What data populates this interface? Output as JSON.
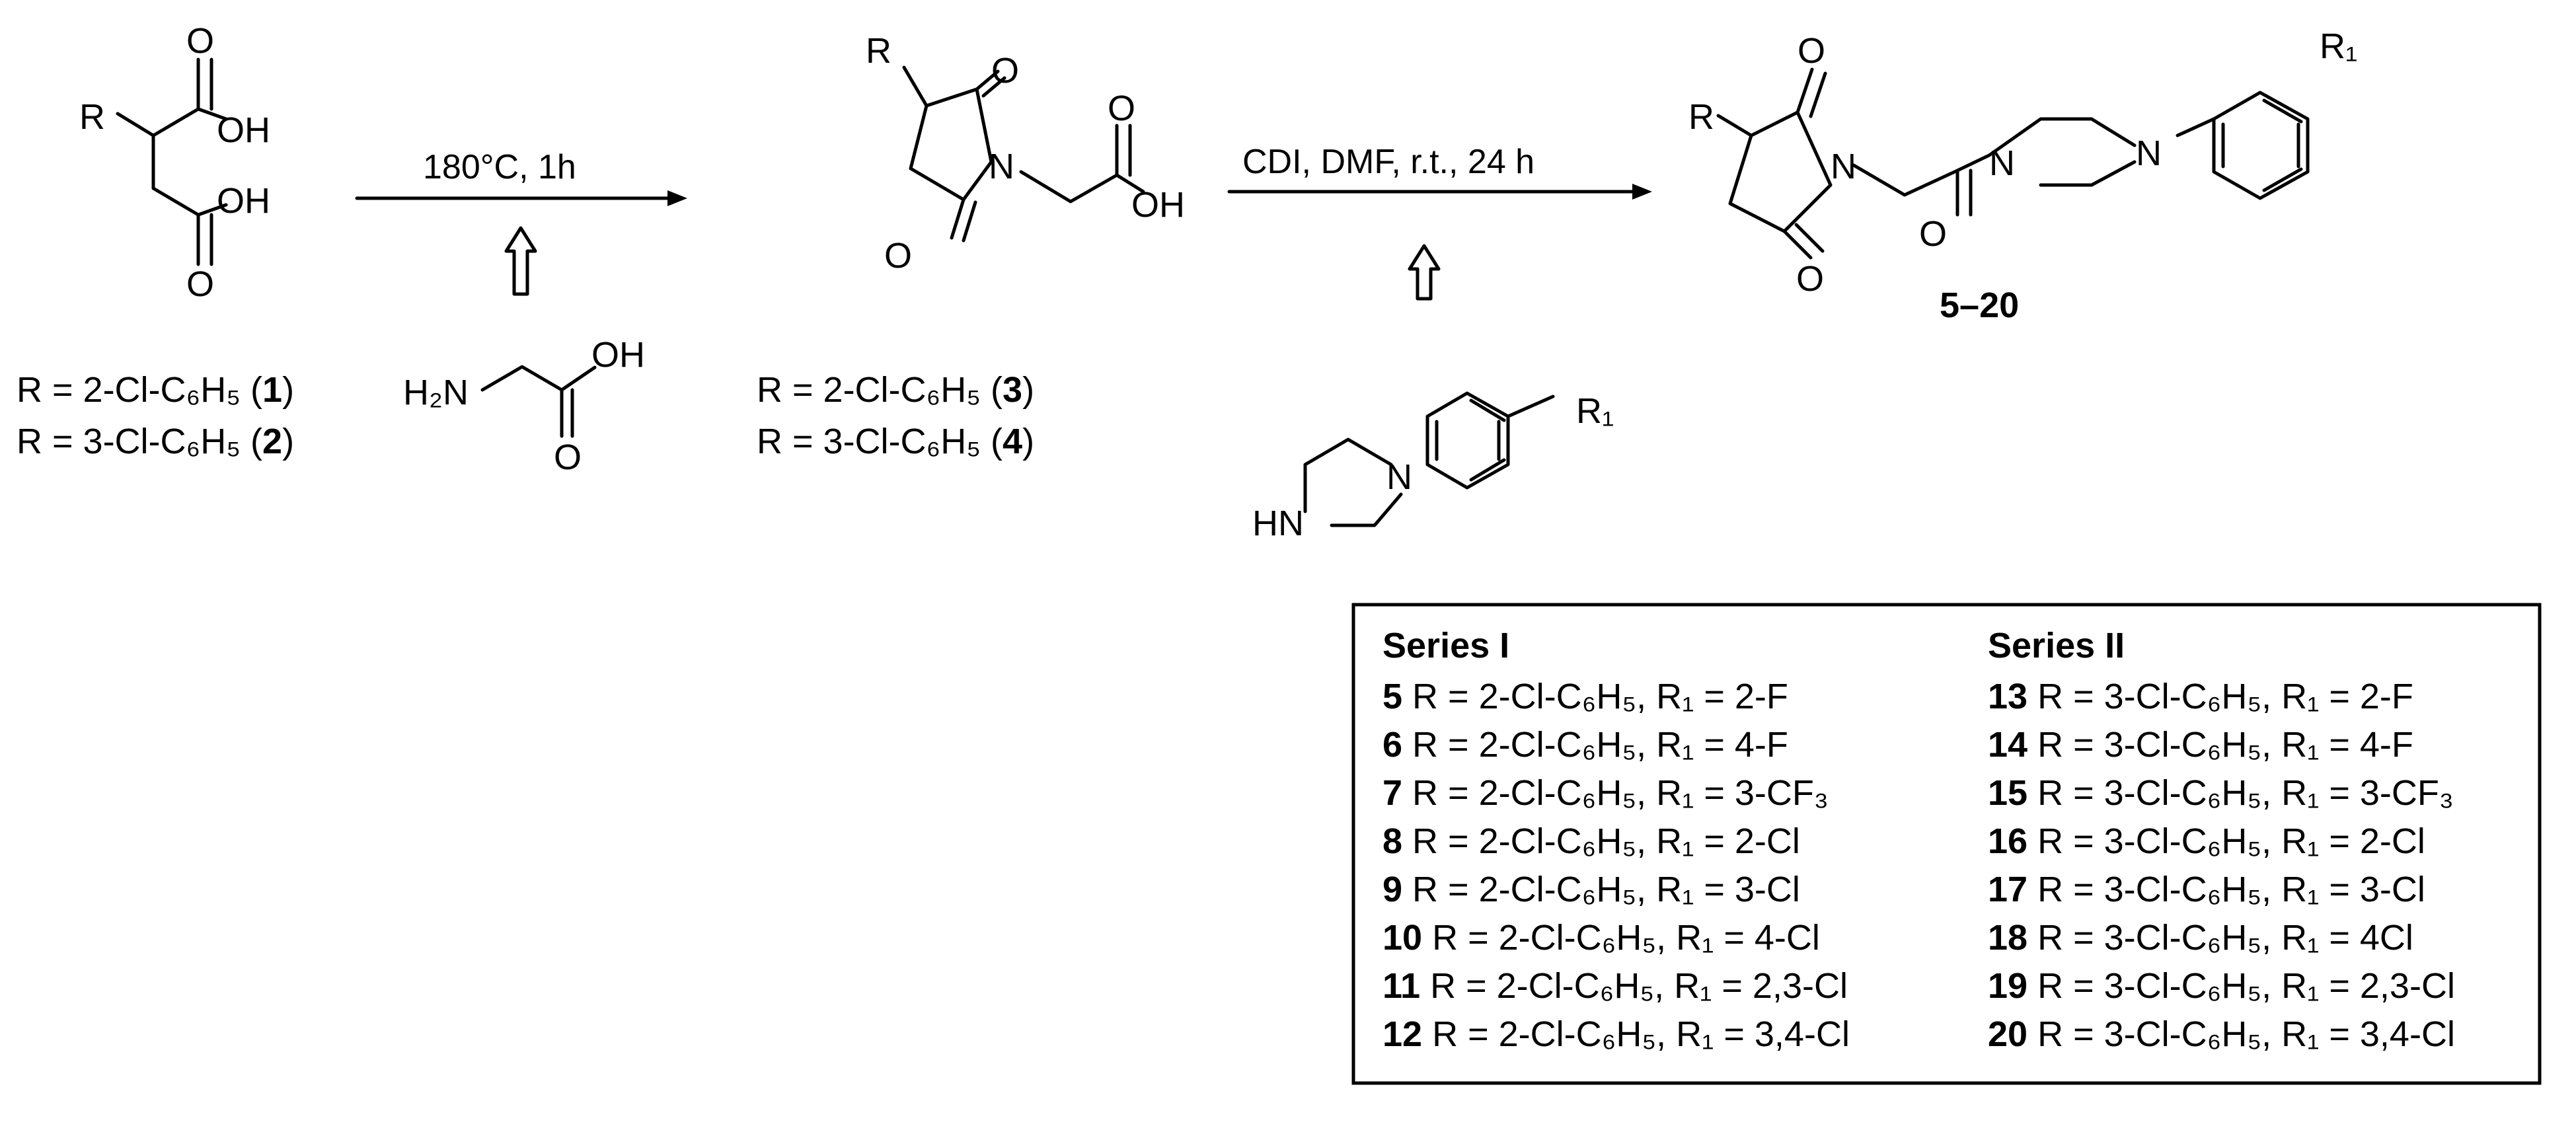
{
  "reactions": {
    "step1": {
      "conditions": "180°C, 1h"
    },
    "step2": {
      "conditions": "CDI, DMF, r.t., 24 h"
    }
  },
  "structures": {
    "diacid": {
      "r_label": "R",
      "oh_top": "OH",
      "oh_bottom": "OH",
      "o_top": "O",
      "o_bottom": "O"
    },
    "glycine": {
      "nh2": "H₂N",
      "oh": "OH",
      "o": "O"
    },
    "imide_acid": {
      "r_label": "R",
      "n": "N",
      "o1": "O",
      "o2": "O",
      "o3": "O",
      "oh": "OH"
    },
    "piperazine": {
      "hn": "HN",
      "n": "N",
      "r1": "R₁"
    },
    "product": {
      "r_label": "R",
      "n1": "N",
      "n2": "N",
      "n3": "N",
      "o1": "O",
      "o2": "O",
      "o3": "O",
      "r1": "R₁",
      "compound_range": "5–20"
    }
  },
  "starting_materials": [
    {
      "text": "R = 2-Cl-C₆H₅ (",
      "id": "1",
      "close": ")"
    },
    {
      "text": "R = 3-Cl-C₆H₅ (",
      "id": "2",
      "close": ")"
    }
  ],
  "intermediates": [
    {
      "text": "R = 2-Cl-C₆H₅ (",
      "id": "3",
      "close": ")"
    },
    {
      "text": "R = 3-Cl-C₆H₅ (",
      "id": "4",
      "close": ")"
    }
  ],
  "series": [
    {
      "title": "Series I",
      "items": [
        {
          "id": "5",
          "text": " R = 2-Cl-C₆H₅, R₁ = 2-F"
        },
        {
          "id": "6",
          "text": " R = 2-Cl-C₆H₅, R₁ = 4-F"
        },
        {
          "id": "7",
          "text": " R = 2-Cl-C₆H₅, R₁ = 3-CF₃"
        },
        {
          "id": "8",
          "text": " R = 2-Cl-C₆H₅, R₁ = 2-Cl"
        },
        {
          "id": "9",
          "text": " R = 2-Cl-C₆H₅, R₁ = 3-Cl"
        },
        {
          "id": "10",
          "text": " R = 2-Cl-C₆H₅, R₁ = 4-Cl"
        },
        {
          "id": "11",
          "text": " R = 2-Cl-C₆H₅, R₁ = 2,3-Cl"
        },
        {
          "id": "12",
          "text": " R = 2-Cl-C₆H₅, R₁ = 3,4-Cl"
        }
      ]
    },
    {
      "title": "Series II",
      "items": [
        {
          "id": "13",
          "text": " R = 3-Cl-C₆H₅, R₁ = 2-F"
        },
        {
          "id": "14",
          "text": " R = 3-Cl-C₆H₅, R₁ = 4-F"
        },
        {
          "id": "15",
          "text": " R = 3-Cl-C₆H₅, R₁ = 3-CF₃"
        },
        {
          "id": "16",
          "text": " R = 3-Cl-C₆H₅, R₁ = 2-Cl"
        },
        {
          "id": "17",
          "text": " R = 3-Cl-C₆H₅, R₁ = 3-Cl"
        },
        {
          "id": "18",
          "text": " R = 3-Cl-C₆H₅, R₁ = 4Cl"
        },
        {
          "id": "19",
          "text": " R = 3-Cl-C₆H₅, R₁ = 2,3-Cl"
        },
        {
          "id": "20",
          "text": " R = 3-Cl-C₆H₅, R₁ = 3,4-Cl"
        }
      ]
    }
  ]
}
